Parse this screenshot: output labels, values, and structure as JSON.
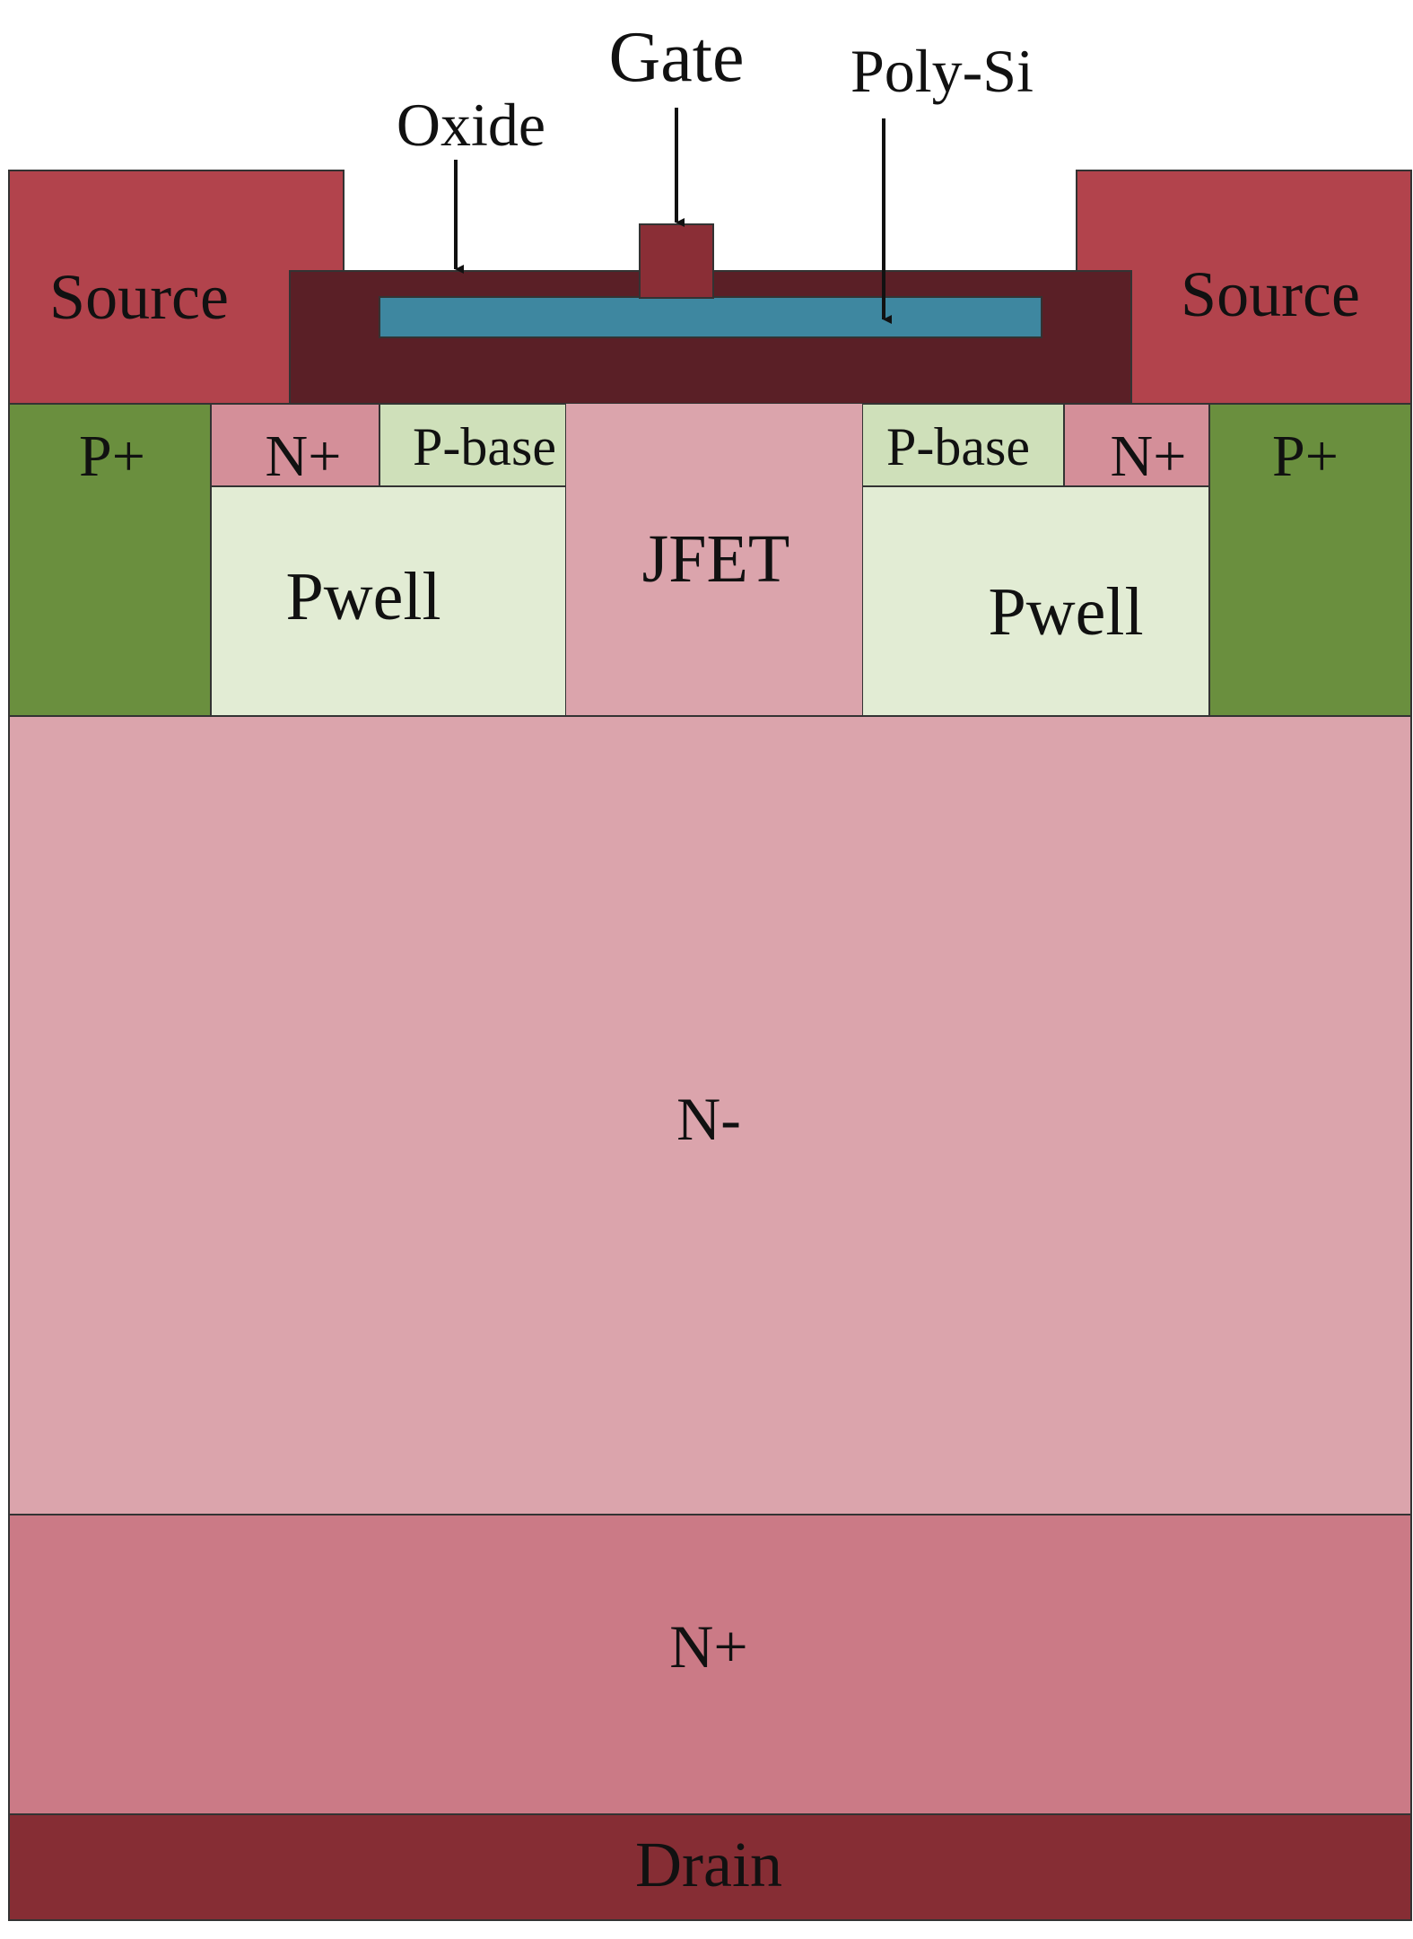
{
  "labels": {
    "gate": "Gate",
    "poly_si": "Poly-Si",
    "oxide": "Oxide",
    "source_left": "Source",
    "source_right": "Source",
    "p_plus_left": "P+",
    "p_plus_right": "P+",
    "n_plus_left": "N+",
    "n_plus_right": "N+",
    "p_base_left": "P-base",
    "p_base_right": "P-base",
    "pwell_left": "Pwell",
    "pwell_right": "Pwell",
    "jfet": "JFET",
    "n_minus": "N-",
    "n_plus_substrate": "N+",
    "drain": "Drain"
  },
  "colors": {
    "source_metal": "#b2434c",
    "oxide": "#5a1f26",
    "gate_metal": "#8a2e36",
    "poly_si": "#3e87a0",
    "p_plus": "#6a8f3e",
    "n_plus_contact": "#d48f99",
    "p_base": "#cfe0ba",
    "pwell": "#e2ecd4",
    "n_drift": "#dba4ac",
    "n_plus_substrate": "#cb7a86",
    "drain_metal": "#862d34",
    "outline": "#333333"
  }
}
